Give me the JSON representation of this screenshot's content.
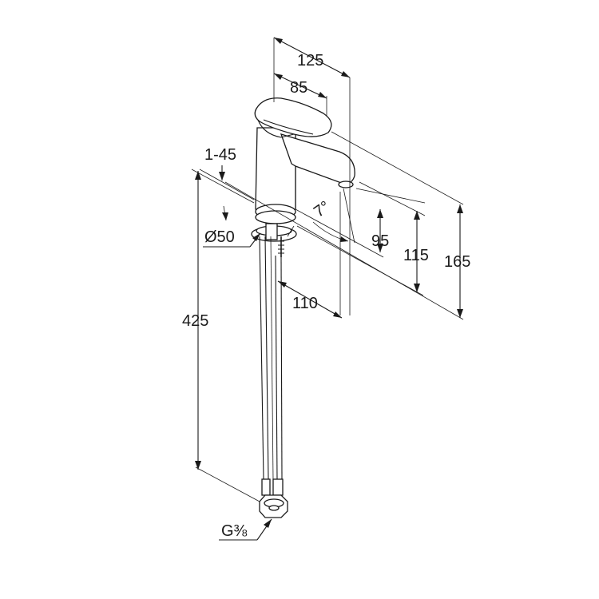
{
  "dimensions": {
    "d125": "125",
    "d85": "85",
    "d1_45": "1-45",
    "d7": "7°",
    "d50": "Ø50",
    "d95": "95",
    "d115": "115",
    "d165": "165",
    "d110": "110",
    "d425": "425",
    "thread": "G⅜"
  },
  "colors": {
    "ink": "#1a1a1a",
    "background": "#ffffff"
  }
}
